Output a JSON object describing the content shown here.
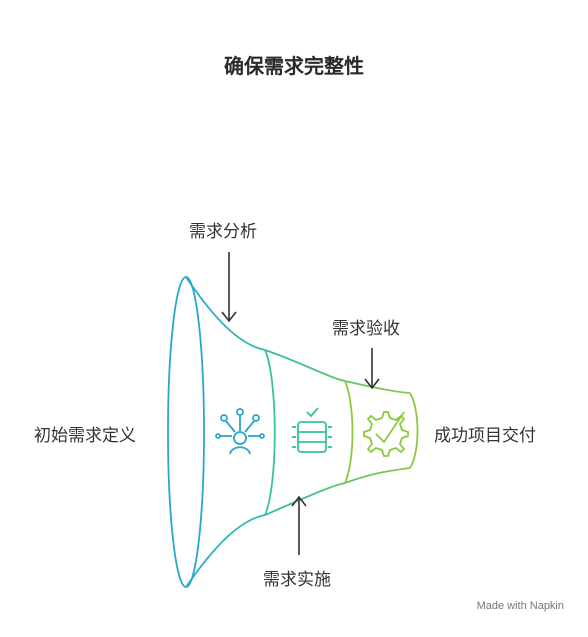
{
  "title": "确保需求完整性",
  "stages": {
    "top": "需求分析",
    "accept": "需求验收",
    "input": "初始需求定义",
    "output": "成功项目交付",
    "bottom": "需求实施"
  },
  "footer": "Made with Napkin",
  "colors": {
    "blue": "#2aa8cc",
    "teal": "#36c29a",
    "green": "#8cc83e"
  },
  "icons": [
    "people-network-icon",
    "checklist-server-icon",
    "gear-check-icon"
  ]
}
